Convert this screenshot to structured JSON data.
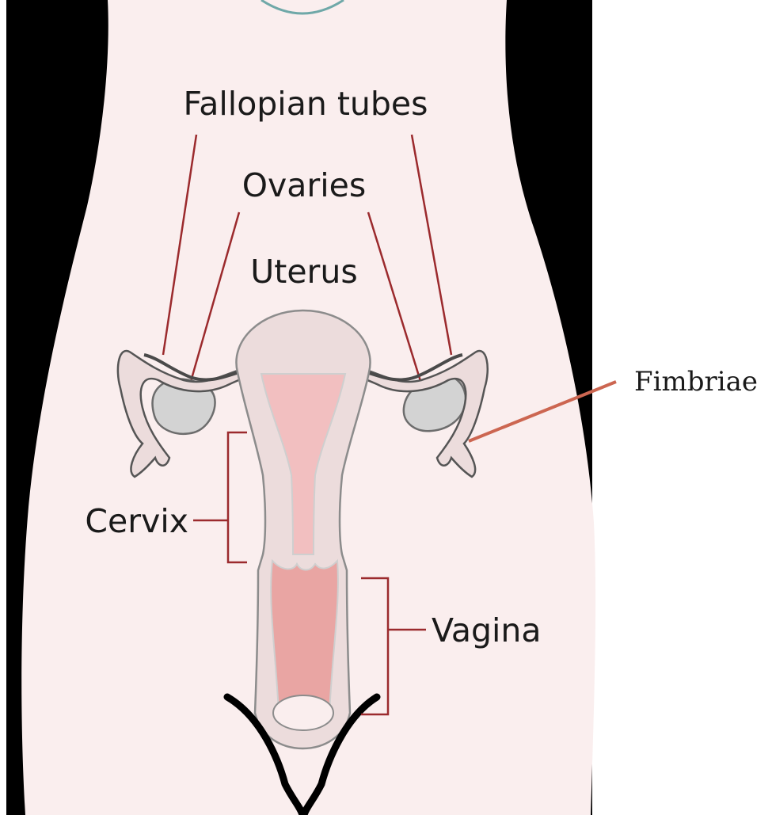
{
  "diagram": {
    "title": "",
    "labels": {
      "fallopian_tubes": "Fallopian tubes",
      "ovaries": "Ovaries",
      "uterus": "Uterus",
      "cervix": "Cervix",
      "vagina": "Vagina",
      "fimbriae": "Fimbriae"
    }
  },
  "colors": {
    "background": "#ffffff",
    "silhouette": "#000000",
    "skin": "#faeeee",
    "organ": "#ecdcdc",
    "organ_outline": "#8c8c8c",
    "cavity": "#f2bfc0",
    "canal": "#e9a5a3",
    "ovary": "#d3d3d3",
    "leader_line": "#9b2a2d",
    "fimbriae_pointer": "#cc6651",
    "text": "#1a1a1a"
  }
}
